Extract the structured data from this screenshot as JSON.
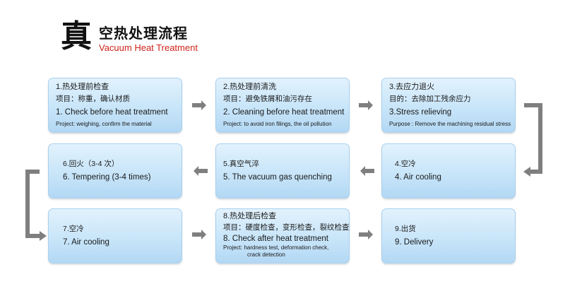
{
  "header": {
    "big_char": "真",
    "cn_rest": "空热处理流程",
    "en": "Vacuum Heat Treatment"
  },
  "steps": [
    {
      "cn_title": "1.热处理前检查",
      "cn_detail": "项目：称重，确认材质",
      "en_title": "1. Check before heat treatment",
      "en_detail": "Project: weighing, confirm the material"
    },
    {
      "cn_title": "2.热处理前清洗",
      "cn_detail": "项目：避免铁屑和油污存在",
      "en_title": "2. Cleaning before heat treatment",
      "en_detail": "Project: to avoid iron filings, the oil pollution"
    },
    {
      "cn_title": "3.去应力退火",
      "cn_detail": "目的：去除加工残余应力",
      "en_title": "3.Stress relieving",
      "en_detail": "Purpose : Remove the machining residual stress"
    },
    {
      "cn_title": "4.空冷",
      "en_title": "4. Air cooling"
    },
    {
      "cn_title": "5.真空气淬",
      "en_title": "5. The vacuum gas quenching"
    },
    {
      "cn_title": "6.回火（3-4 次）",
      "en_title": "6. Tempering (3-4 times)"
    },
    {
      "cn_title": "7.空冷",
      "en_title": "7. Air cooling"
    },
    {
      "cn_title": "8.热处理后检查",
      "cn_detail": "项目：硬度检查，变形检查，裂纹检查",
      "en_title": "8. Check after heat treatment",
      "en_detail_1": "Project: hardness test, deformation check,",
      "en_detail_2": "crack detection"
    },
    {
      "cn_title": "9.出货",
      "en_title": "9. Delivery"
    }
  ]
}
